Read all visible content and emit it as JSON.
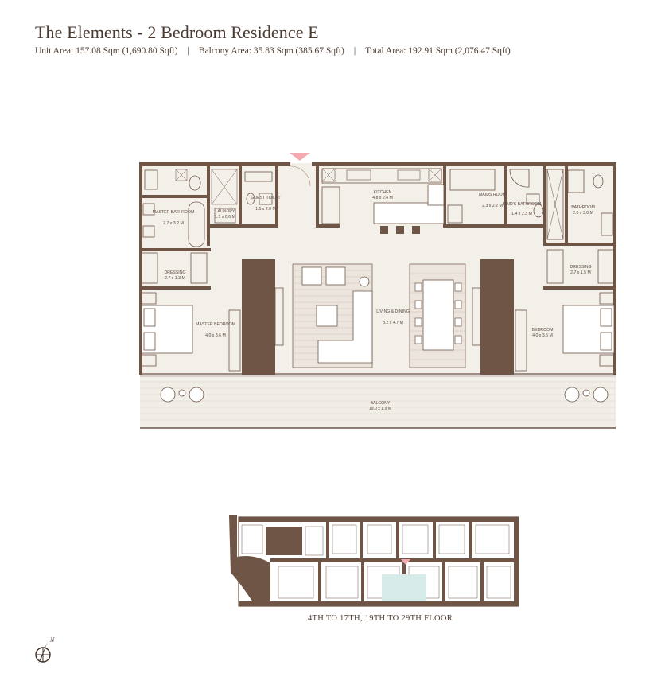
{
  "header": {
    "title": "The Elements - 2 Bedroom Residence E",
    "unit_area": "Unit Area: 157.08 Sqm (1,690.80 Sqft)",
    "separator": "|",
    "balcony_area": "Balcony Area: 35.83 Sqm (385.67 Sqft)",
    "total_area": "Total Area: 192.91 Sqm (2,076.47 Sqft)"
  },
  "rooms": {
    "kitchen": {
      "name": "KITCHEN",
      "size": "4.8 x 2.4 M"
    },
    "guest_toilet": {
      "name": "GUEST TOILET",
      "size": "1.5 x 2.0 M"
    },
    "laundry": {
      "name": "LAUNDRY",
      "size": "1.1 x 0.6 M"
    },
    "master_bathroom": {
      "name": "MASTER BATHROOM",
      "size": "2.7 x 3.2 M"
    },
    "dressing_left": {
      "name": "DRESSING",
      "size": "2.7 x 1.3 M"
    },
    "master_bedroom": {
      "name": "MASTER BEDROOM",
      "size": "4.0 x 3.6 M"
    },
    "living_dining": {
      "name": "LIVING & DINING",
      "size": "8.2 x 4.7 M"
    },
    "maids_room": {
      "name": "MAIDS ROOM",
      "size": "2.3 x 2.2 M"
    },
    "maids_bathroom": {
      "name": "MAID'S BATHROOM",
      "size": "1.4 x 2.3 M"
    },
    "bathroom": {
      "name": "BATHROOM",
      "size": "2.0 x 3.0 M"
    },
    "dressing_right": {
      "name": "DRESSING",
      "size": "2.7 x 1.5 M"
    },
    "bedroom": {
      "name": "BEDROOM",
      "size": "4.0 x 3.5 M"
    },
    "balcony": {
      "name": "BALCONY",
      "size": "19.0 x 1.9 M"
    }
  },
  "key_plan": {
    "floor_label": "4TH TO 17TH, 19TH TO 29TH  FLOOR"
  },
  "compass": {
    "label": "N"
  },
  "colors": {
    "wall": "#6e5546",
    "floor": "#f3efe9",
    "accent": "#f4a9b0",
    "text": "#4a3a31"
  }
}
